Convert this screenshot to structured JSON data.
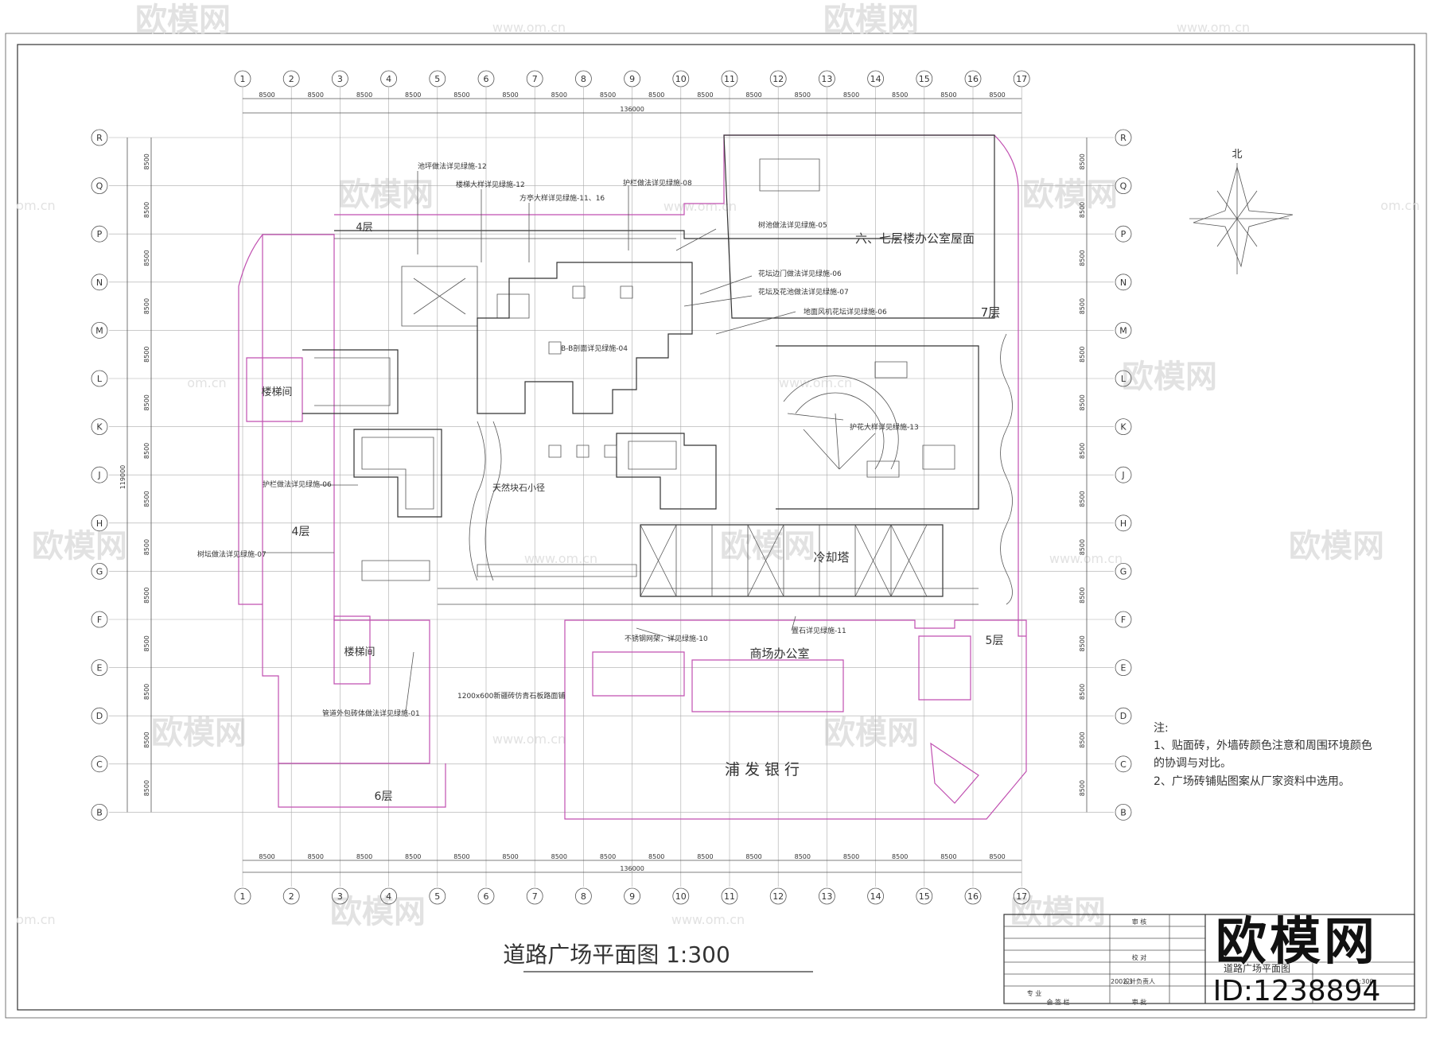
{
  "drawing": {
    "title": "道路广场平面图  1:300",
    "north_label": "北",
    "total_dim": "136000",
    "side_dim": "119000",
    "bay_dim": "8500",
    "column_axes": [
      "1",
      "2",
      "3",
      "4",
      "5",
      "6",
      "7",
      "8",
      "9",
      "10",
      "11",
      "12",
      "13",
      "14",
      "15",
      "16",
      "17"
    ],
    "row_axes": [
      "R",
      "Q",
      "P",
      "N",
      "M",
      "L",
      "K",
      "J",
      "H",
      "G",
      "F",
      "E",
      "D",
      "C",
      "B"
    ]
  },
  "area_labels": {
    "office_roof": "六、七层楼办公室屋面",
    "floor7": "7层",
    "floor4_top": "4层",
    "floor4_left": "4层",
    "floor5": "5层",
    "floor6": "6层",
    "stair_top": "楼梯间",
    "stair_bottom": "楼梯间",
    "cooling_tower": "冷却塔",
    "mall_office": "商场办公室",
    "bank": "浦  发  银  行",
    "stone_path": "天然块石小径"
  },
  "callouts": [
    "池坪做法详见绿施-12",
    "楼梯大样详见绿施-12",
    "方亭大样详见绿施-11、16",
    "护栏做法详见绿施-08",
    "树池做法详见绿施-05",
    "花坛边门做法详见绿施-06",
    "花坛及花池做法详见绿施-07",
    "地面风机花坛详见绿施-06",
    "护花大样详见绿施-13",
    "护栏做法详见绿施-06",
    "树坛做法详见绿施-07",
    "不锈钢网架，详见绿施-10",
    "置石详见绿施-11",
    "管道外包砖体做法详见绿施-01",
    "1200x600新疆砖仿青石板路面铺",
    "B-B剖面详见绿施-04"
  ],
  "notes": {
    "heading": "注:",
    "items": [
      "1、贴面砖，外墙砖颜色注意和周围环境颜色",
      "   的协调与对比。",
      "2、广场砖铺贴图案从厂家资料中选用。"
    ]
  },
  "title_block": {
    "drawing_name": "道路广场平面图",
    "date": "2002.3",
    "scale": "1:300",
    "rows": [
      "审 核",
      "校 对",
      "设计负责人",
      "专 业",
      "会 签 栏",
      "审 批"
    ]
  },
  "watermarks": {
    "brand": "欧模网",
    "site": "www.om.cn",
    "side": "om.cn"
  },
  "brand_corner": {
    "logo": "欧模网",
    "id": "ID:1238894"
  }
}
